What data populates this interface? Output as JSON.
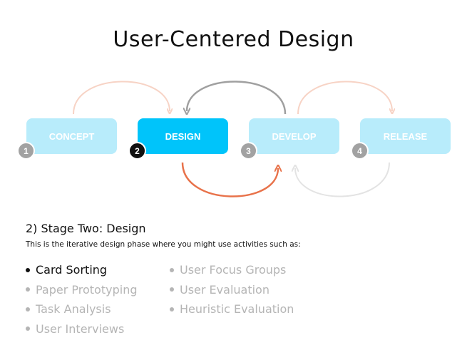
{
  "title": "User-Centered Design",
  "stages": [
    {
      "label": "CONCEPT",
      "number": "1",
      "active": false
    },
    {
      "label": "DESIGN",
      "number": "2",
      "active": true
    },
    {
      "label": "DEVELOP",
      "number": "3",
      "active": false
    },
    {
      "label": "RELEASE",
      "number": "4",
      "active": false
    }
  ],
  "colors": {
    "stage_inactive": "#b8ecfb",
    "stage_active": "#00c4fa",
    "badge_inactive": "#a2a2a2",
    "badge_active": "#111111",
    "arrow_salmon_light": "#f7d3c5",
    "arrow_gray": "#a0a0a0",
    "arrow_orange": "#e8724a",
    "arrow_gray_light": "#e3e3e3",
    "text_dim": "#b5b5b5"
  },
  "section": {
    "subtitle": "2) Stage Two: Design",
    "description": "This is the iterative design phase where you might use activities such as:"
  },
  "activities": {
    "col1": [
      {
        "label": "Card Sorting",
        "current": true
      },
      {
        "label": "Paper Prototyping",
        "current": false
      },
      {
        "label": "Task Analysis",
        "current": false
      },
      {
        "label": "User Interviews",
        "current": false
      }
    ],
    "col2": [
      {
        "label": "User Focus Groups",
        "current": false
      },
      {
        "label": "User Evaluation",
        "current": false
      },
      {
        "label": "Heuristic Evaluation",
        "current": false
      }
    ]
  }
}
